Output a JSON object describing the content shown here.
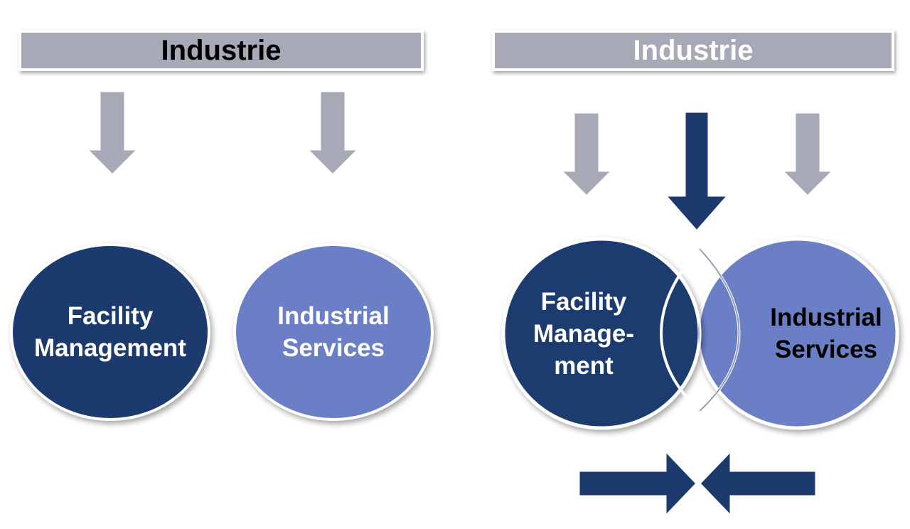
{
  "left": {
    "header": "Industrie",
    "circle_fm": [
      "Facility",
      "Management"
    ],
    "circle_is": [
      "Industrial",
      "Services"
    ]
  },
  "right": {
    "header": "Industrie",
    "circle_fm": [
      "Facility",
      "Manage-",
      "ment"
    ],
    "circle_is": [
      "Industrial",
      "Services"
    ]
  },
  "colors": {
    "gray": "#a7a9b6",
    "navy": "#1c3a6e",
    "periwinkle": "#6b7fc6",
    "overlap": "#b4bde8"
  }
}
